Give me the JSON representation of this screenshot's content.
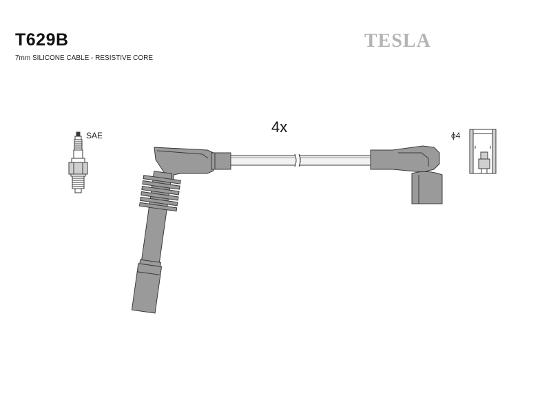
{
  "header": {
    "part_code": "T629B",
    "spec": "7mm SILICONE CABLE - RESISTIVE CORE",
    "brand": "TESLA"
  },
  "diagram": {
    "quantity_label": "4x",
    "spark_plug_label": "SAE",
    "terminal_label": "ϕ4"
  },
  "colors": {
    "part_fill": "#9a9a9a",
    "cable_fill": "#f2f2f2",
    "outline": "#3a3a3a",
    "brand": "#b4b4b4"
  }
}
